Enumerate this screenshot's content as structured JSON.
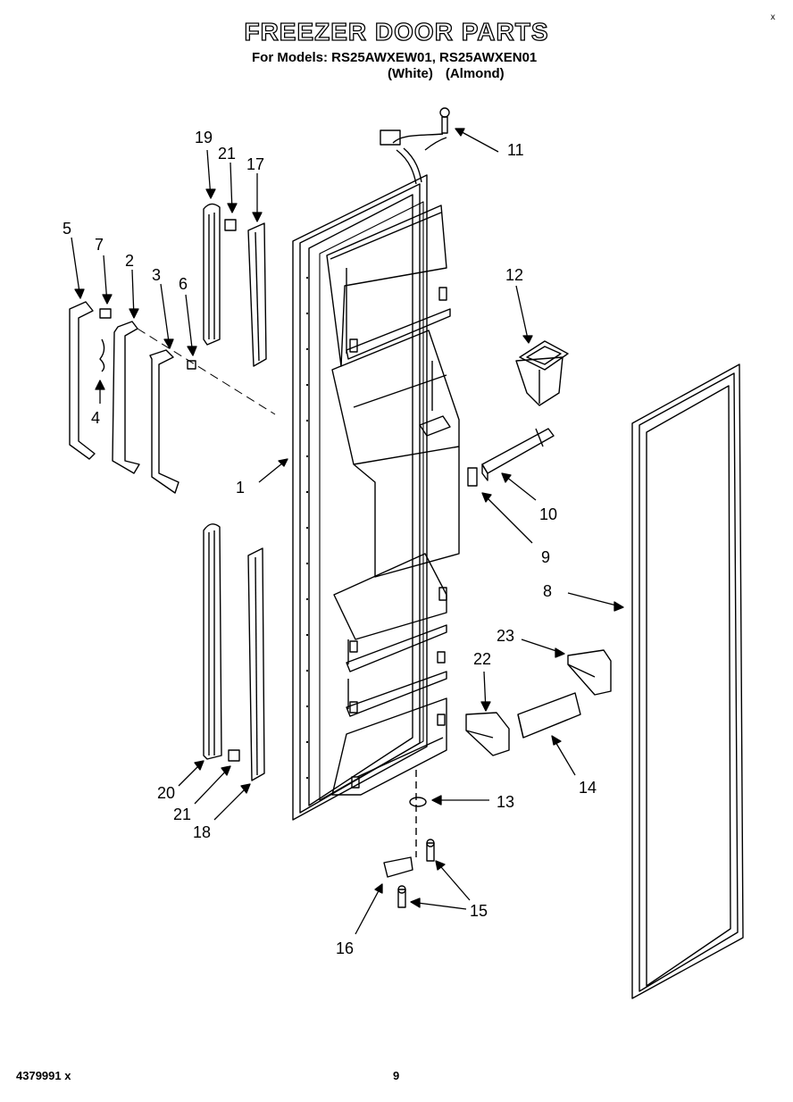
{
  "header": {
    "title": "FREEZER DOOR PARTS",
    "models_line": "For Models: RS25AWXEW01, RS25AWXEN01",
    "color_white": "(White)",
    "color_almond": "(Almond)",
    "corner_mark": "x"
  },
  "footer": {
    "doc_number": "4379991 x",
    "page_number": "9"
  },
  "callouts": [
    "1",
    "2",
    "3",
    "4",
    "5",
    "6",
    "7",
    "8",
    "9",
    "10",
    "11",
    "12",
    "13",
    "14",
    "15",
    "16",
    "17",
    "18",
    "19",
    "20",
    "21",
    "22",
    "23"
  ]
}
